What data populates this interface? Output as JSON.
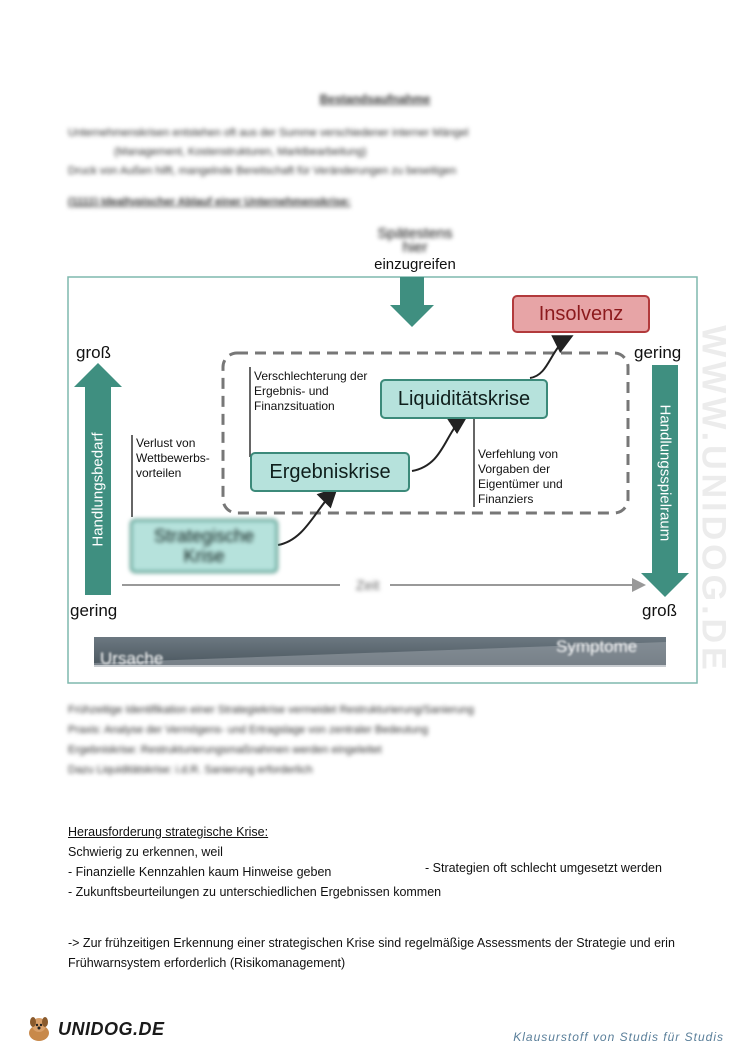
{
  "page": {
    "heading": "Bestandsaufnahme",
    "intro_lines": [
      "Unternehmenskrisen entstehen oft aus der Summe verschiedener interner Mängel",
      "(Management, Kostenstrukturen, Marktbearbeitung)",
      "Druck von Außen hilft, mangelnde Bereitschaft für Veränderungen zu beseitigen"
    ],
    "subheading": "(1111) Idealtypischer Ablauf einer Unternehmenskrise:"
  },
  "diagram": {
    "top_label_1": "Spätestens",
    "top_label_2": "hier",
    "top_label_3": "einzugreifen",
    "left_top": "groß",
    "left_bottom": "gering",
    "right_top": "gering",
    "right_bottom": "groß",
    "left_arrow_label": "Handlungsbedarf",
    "right_arrow_label": "Handlungsspielraum",
    "box_strategic": "Strategische Krise",
    "box_result": "Ergebniskrise",
    "box_liquidity": "Liquiditätskrise",
    "box_insolvency": "Insolvenz",
    "note_strategic": "Verlust von Wettbewerbs-vorteilen",
    "note_result": "Verschlechterung der Ergebnis- und Finanzsituation",
    "note_liquidity": "Verfehlung von Vorgaben der Eigentümer und Finanziers",
    "time_label": "Zeit",
    "cause_label": "Ursache",
    "symptom_label": "Symptome"
  },
  "after_diagram": [
    "Frühzeitige Identifikation einer Strategiekrise vermeidet Restrukturierung/Sanierung",
    "Praxis: Analyse der Vermögens- und Ertragslage von zentraler Bedeutung",
    "Ergebniskrise: Restrukturierungsmaßnahmen werden eingeleitet",
    "Dazu Liquiditätskrise: i.d.R. Sanierung erforderlich"
  ],
  "challenge": {
    "title": "Herausforderung strategische Krise:",
    "line1": "Schwierig zu erkennen, weil",
    "line2": "- Finanzielle Kennzahlen kaum Hinweise geben",
    "line2b": "- Strategien oft schlecht umgesetzt werden",
    "line3": "- Zukunftsbeurteilungen zu unterschiedlichen Ergebnissen kommen",
    "conclusion": "-> Zur frühzeitigen Erkennung einer strategischen Krise sind regelmäßige Assessments der Strategie und erin Frühwarnsystem erforderlich (Risikomanagement)"
  },
  "footer": {
    "brand": "UNIDOG.DE",
    "tagline": "Klausurstoff von Studis für Studis",
    "watermark": "WWW.UNIDOG.DE"
  },
  "colors": {
    "teal_arrow": "#3f8f80",
    "box_fill": "#b6e2dc",
    "box_border": "#3c8a7a",
    "insolvency_fill": "#e7a4a6",
    "insolvency_border": "#b23a3c",
    "bar_dark": "#5a6770",
    "tagline": "#5a7f9a"
  }
}
